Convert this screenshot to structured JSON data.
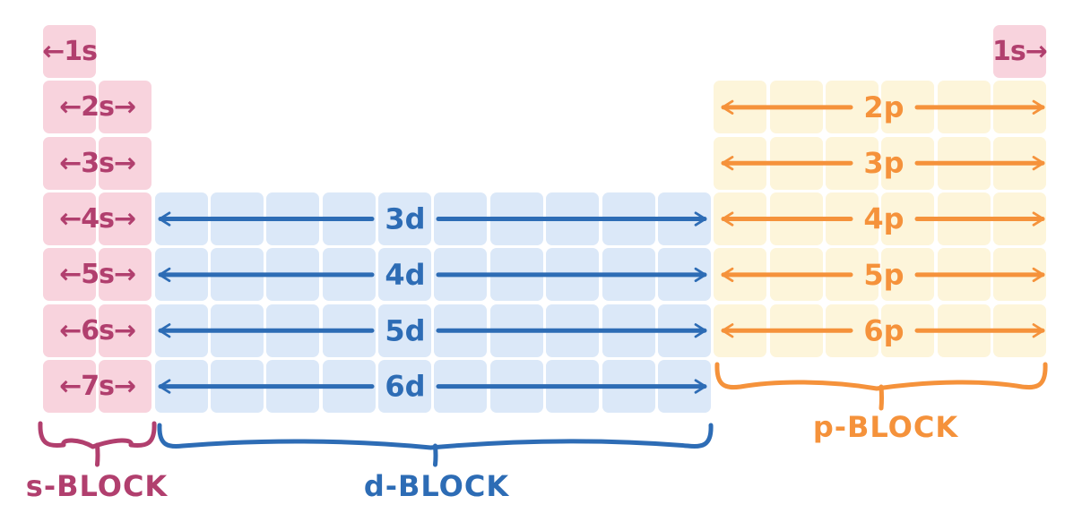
{
  "colors": {
    "background": "#ffffff",
    "s_fill": "#f8d3dd",
    "s_ink": "#b13f6e",
    "d_fill": "#dbe8f8",
    "d_ink": "#2d6cb5",
    "p_fill": "#fdf5da",
    "p_ink": "#f5923b"
  },
  "s_block": {
    "brace_label": "s-BLOCK",
    "helium_cell_label": "1s→",
    "rows": [
      {
        "period": 1,
        "label": "←1s",
        "cols": 1
      },
      {
        "period": 2,
        "label": "←2s→",
        "cols": 2
      },
      {
        "period": 3,
        "label": "←3s→",
        "cols": 2
      },
      {
        "period": 4,
        "label": "←4s→",
        "cols": 2
      },
      {
        "period": 5,
        "label": "←5s→",
        "cols": 2
      },
      {
        "period": 6,
        "label": "←6s→",
        "cols": 2
      },
      {
        "period": 7,
        "label": "←7s→",
        "cols": 2
      }
    ]
  },
  "d_block": {
    "brace_label": "d-BLOCK",
    "columns": 10,
    "rows": [
      {
        "period": 4,
        "label": "3d"
      },
      {
        "period": 5,
        "label": "4d"
      },
      {
        "period": 6,
        "label": "5d"
      },
      {
        "period": 7,
        "label": "6d"
      }
    ]
  },
  "p_block": {
    "brace_label": "p-BLOCK",
    "columns": 6,
    "rows": [
      {
        "period": 2,
        "label": "2p"
      },
      {
        "period": 3,
        "label": "3p"
      },
      {
        "period": 4,
        "label": "4p"
      },
      {
        "period": 5,
        "label": "5p"
      },
      {
        "period": 6,
        "label": "6p"
      }
    ]
  }
}
